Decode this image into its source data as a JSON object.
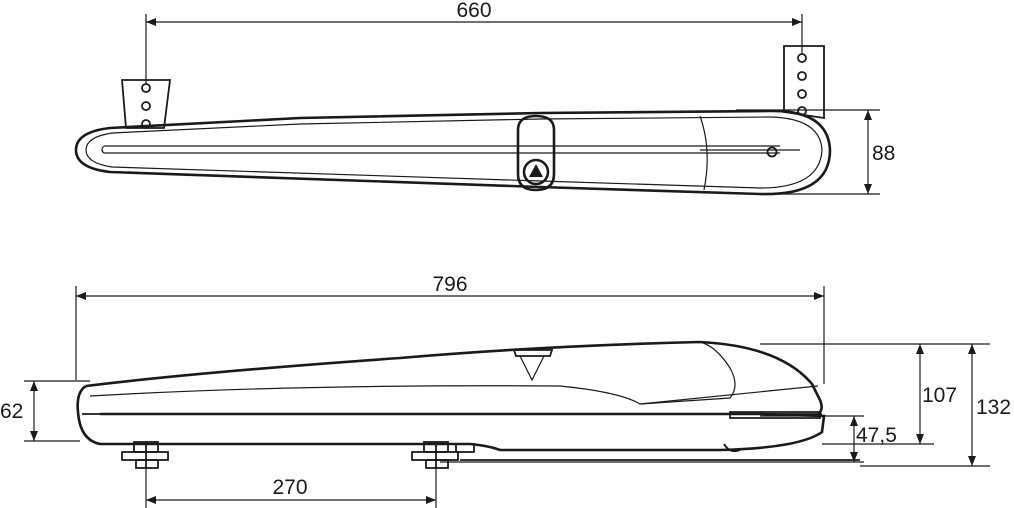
{
  "dimensions": {
    "bracket_spacing": "660",
    "width_top": "88",
    "overall_length": "796",
    "front_height": "62",
    "body_height": "107",
    "total_height": "132",
    "base_height": "47,5",
    "foot_spacing": "270"
  }
}
